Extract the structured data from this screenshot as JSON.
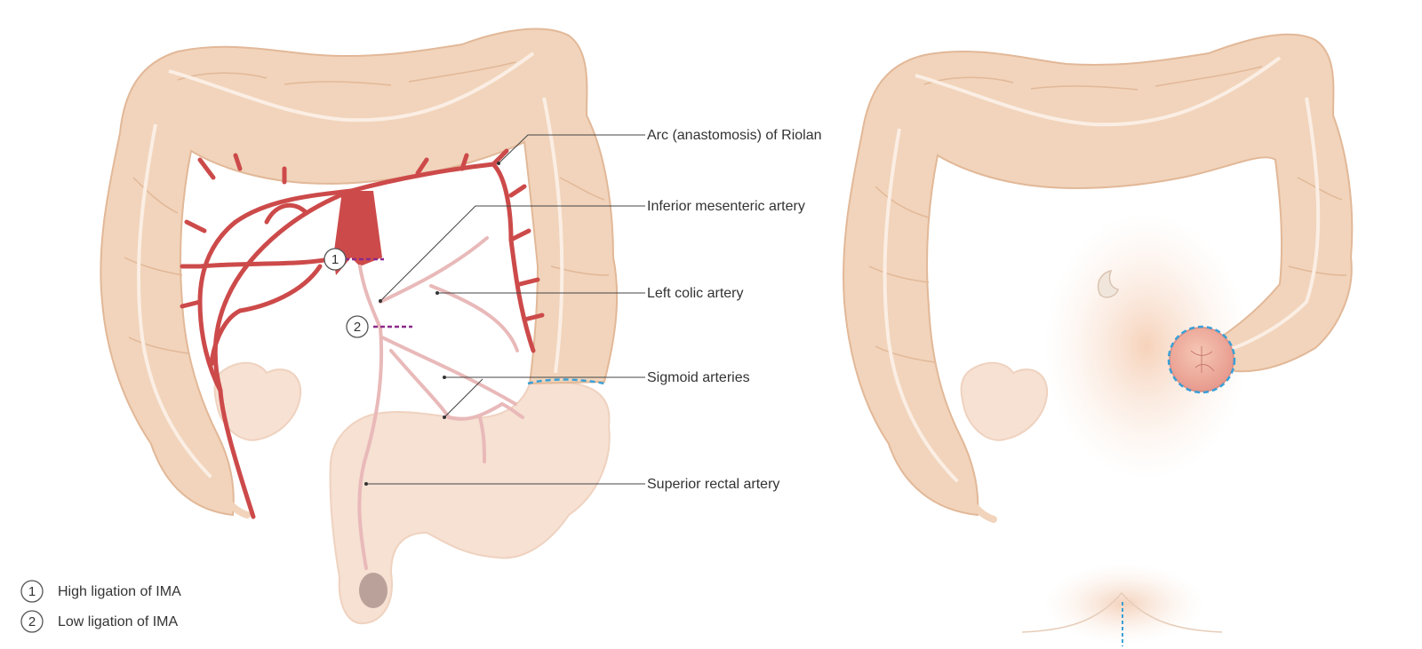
{
  "colors": {
    "colon_fill": "#f1d4bb",
    "colon_stroke": "#e2b898",
    "colon_fade": "#f7e4d6",
    "artery": "#cd4a4a",
    "artery_faded": "#e9b9b9",
    "ligation_mark": "#8b2a8b",
    "resection_outline": "#3aa0d6",
    "leader_line": "#444444",
    "text": "#333333"
  },
  "labels": {
    "riolan": "Arc (anastomosis) of Riolan",
    "ima": "Inferior mesenteric artery",
    "left_colic": "Left colic artery",
    "sigmoid": "Sigmoid arteries",
    "superior_rectal": "Superior rectal artery"
  },
  "markers": {
    "m1": "1",
    "m2": "2"
  },
  "legend": [
    {
      "number": "1",
      "text": "High ligation of IMA"
    },
    {
      "number": "2",
      "text": "Low ligation of IMA"
    }
  ]
}
